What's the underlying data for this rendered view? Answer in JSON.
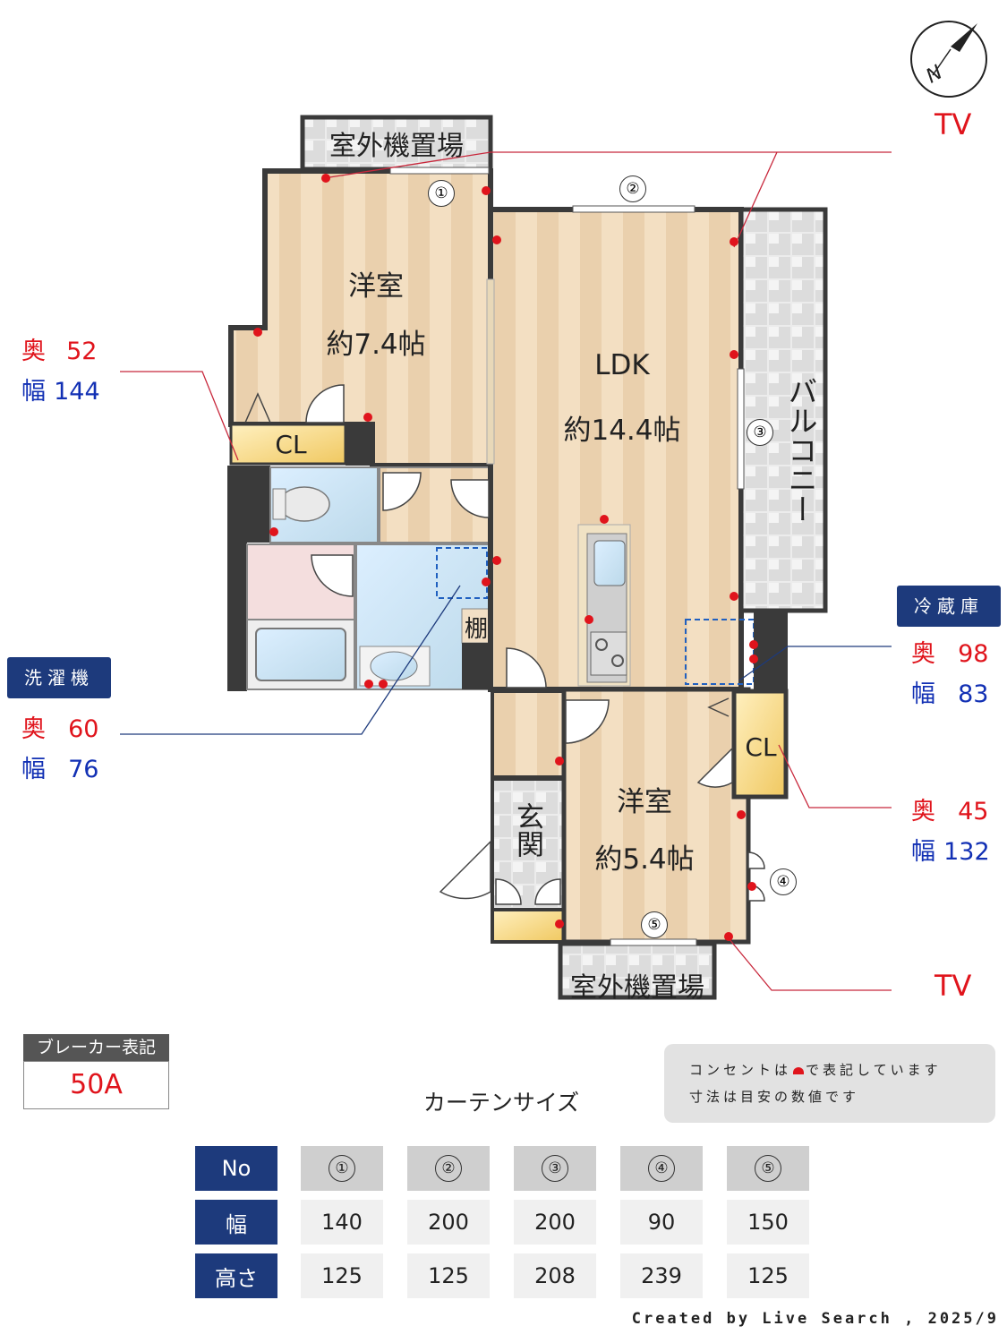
{
  "rooms": {
    "western1_name": "洋室",
    "western1_size": "約7.4帖",
    "ldk_name": "LDK",
    "ldk_size": "約14.4帖",
    "western2_name": "洋室",
    "western2_size": "約5.4帖",
    "balcony": "バルコニー",
    "entrance": "玄関",
    "closet1": "CL",
    "closet2": "CL",
    "shelf": "棚",
    "outdoor_unit_top": "室外機置場",
    "outdoor_unit_bottom": "室外機置場"
  },
  "windows": [
    "①",
    "②",
    "③",
    "④",
    "⑤"
  ],
  "tv_labels": [
    "TV",
    "TV"
  ],
  "callouts": {
    "closet_left": {
      "depth_label": "奥",
      "depth": "52",
      "width_label": "幅",
      "width": "144"
    },
    "washer": {
      "title": "洗濯機",
      "depth_label": "奥",
      "depth": "60",
      "width_label": "幅",
      "width": "76"
    },
    "fridge": {
      "title": "冷蔵庫",
      "depth_label": "奥",
      "depth": "98",
      "width_label": "幅",
      "width": "83"
    },
    "closet_right": {
      "depth_label": "奥",
      "depth": "45",
      "width_label": "幅",
      "width": "132"
    }
  },
  "breaker": {
    "title": "ブレーカー表記",
    "value": "50A"
  },
  "note": {
    "line1_pre": "コンセントは",
    "line1_post": "で表記しています",
    "line2": "寸法は目安の数値です"
  },
  "curtain": {
    "title": "カーテンサイズ",
    "row_labels": [
      "No",
      "幅",
      "高さ"
    ],
    "numbers": [
      "①",
      "②",
      "③",
      "④",
      "⑤"
    ],
    "widths": [
      "140",
      "200",
      "200",
      "90",
      "150"
    ],
    "heights": [
      "125",
      "125",
      "208",
      "239",
      "125"
    ]
  },
  "credit": "Created by Live Search , 2025/9",
  "colors": {
    "outlet": "#e0141c",
    "navy": "#1d3a7c",
    "wall": "#3a3a3a",
    "floor_wood": "#f1dcbd",
    "tile": "#e4e4e4",
    "water": "#cfe6f3"
  }
}
